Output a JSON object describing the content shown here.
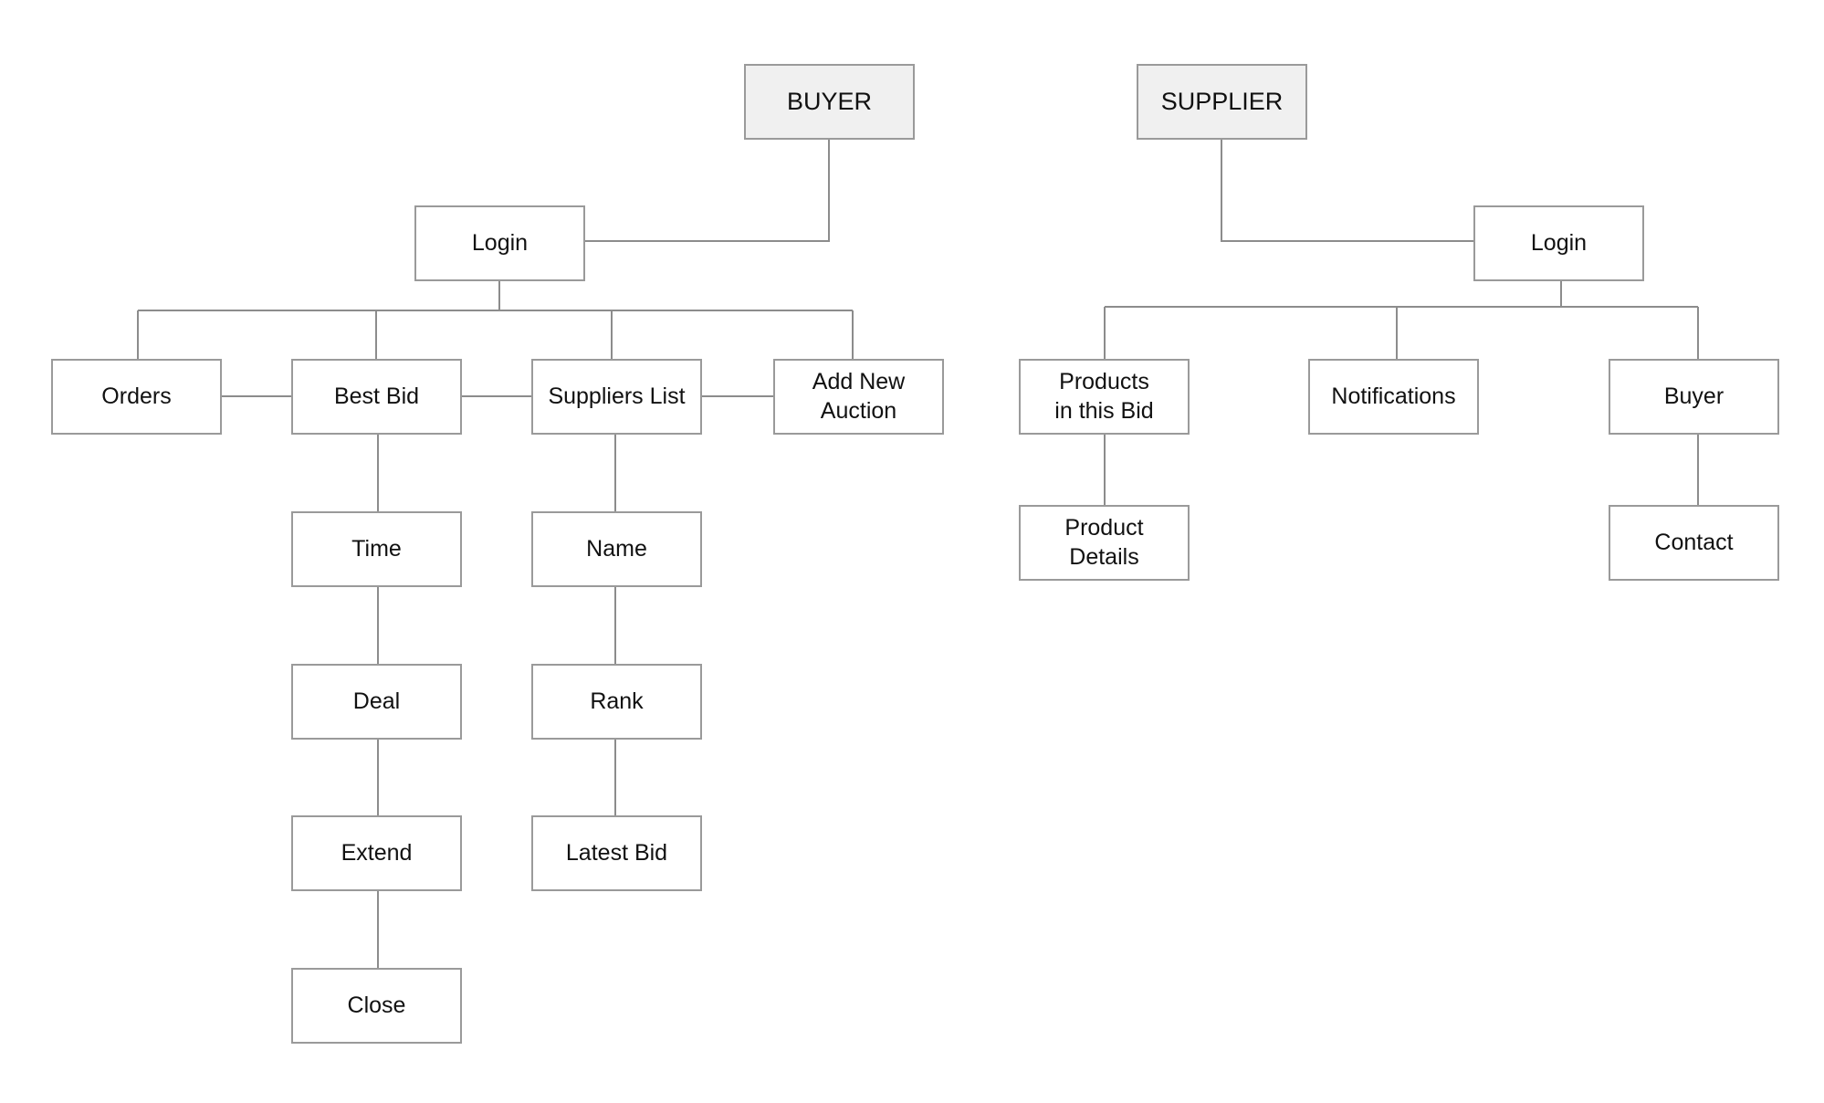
{
  "buyer_tree": {
    "root": "BUYER",
    "login": "Login",
    "orders": "Orders",
    "best_bid": {
      "label": "Best Bid",
      "children": [
        "Time",
        "Deal",
        "Extend",
        "Close"
      ]
    },
    "suppliers_list": {
      "label": "Suppliers List",
      "children": [
        "Name",
        "Rank",
        "Latest Bid"
      ]
    },
    "add_new_auction": [
      "Add New",
      "Auction"
    ]
  },
  "supplier_tree": {
    "root": "SUPPLIER",
    "login": "Login",
    "products_in_bid": [
      "Products",
      "in this Bid"
    ],
    "product_details": [
      "Product",
      "Details"
    ],
    "notifications": "Notifications",
    "buyer": "Buyer",
    "contact": "Contact"
  },
  "colors": {
    "root_fill": "#f0f0f0",
    "node_fill": "#ffffff",
    "border": "#9a9a9a",
    "connector": "#8c8c8c",
    "text": "#111111"
  }
}
